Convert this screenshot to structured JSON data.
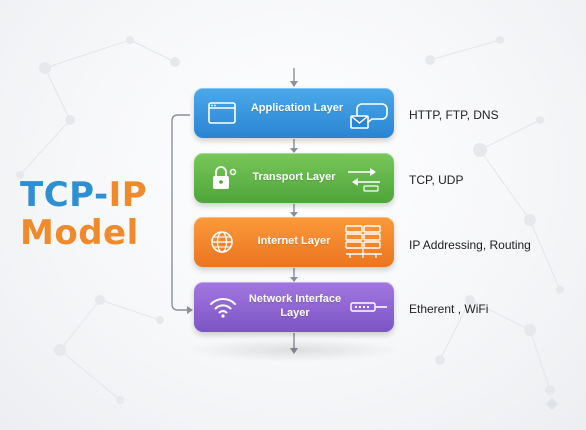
{
  "title": {
    "line1_part1": "TCP-",
    "line1_part2": "IP",
    "line2": "Model"
  },
  "layers": [
    {
      "label": "Application Layer",
      "protocols": "HTTP, FTP, DNS",
      "color": "#3a97e0",
      "icon": "browser-window-icon",
      "icon2": "chat-mail-icon"
    },
    {
      "label": "Transport Layer",
      "protocols": "TCP, UDP",
      "color": "#5fb547",
      "icon": "lock-icon",
      "icon2": "transfer-arrows-icon"
    },
    {
      "label": "Internet Layer",
      "protocols": "IP Addressing, Routing",
      "color": "#f5852c",
      "icon": "globe-icon",
      "icon2": "server-network-icon"
    },
    {
      "label": "Network Interface Layer",
      "label_line1": "Network Interface",
      "label_line2": "Layer",
      "protocols": "Etherent , WiFi",
      "color": "#8e66d2",
      "icon": "wifi-icon",
      "icon2": "ethernet-cable-icon"
    }
  ]
}
